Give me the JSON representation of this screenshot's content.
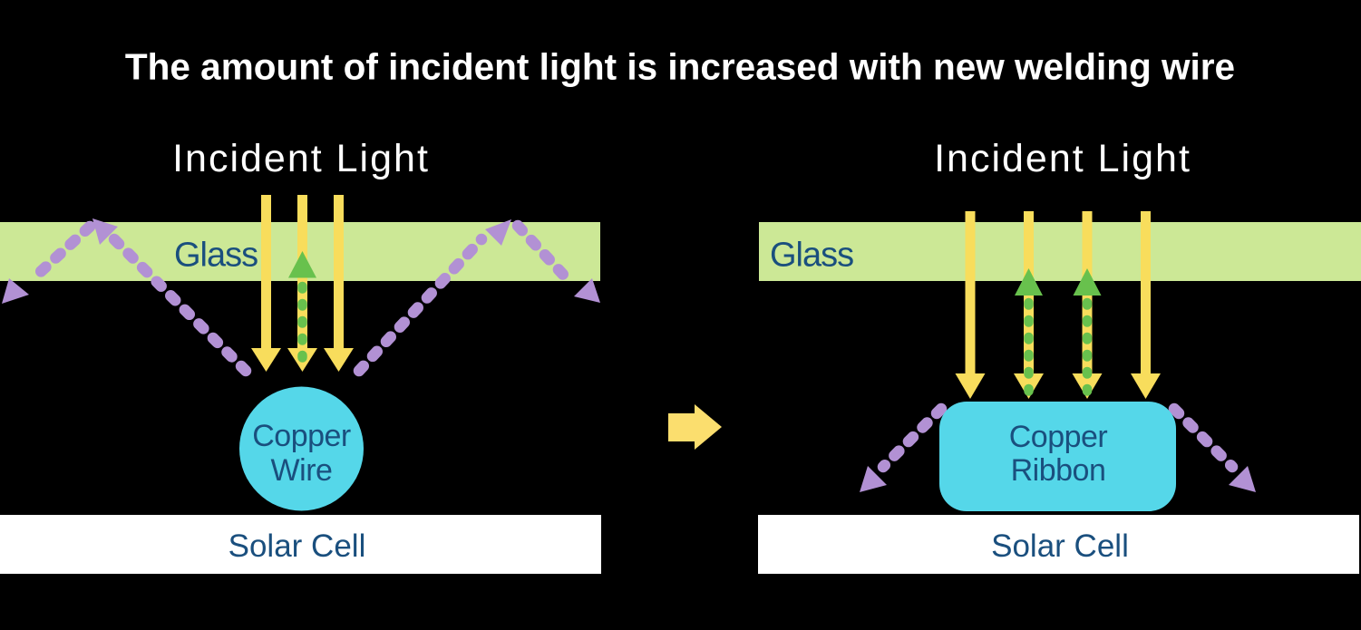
{
  "title": "The amount of incident light is increased with new welding wire",
  "colors": {
    "background": "#000000",
    "title_text": "#ffffff",
    "label_text": "#ffffff",
    "glass_green": "#cce896",
    "ray_yellow": "#f8dd5c",
    "transition_yellow": "#fbde6e",
    "reflected_green": "#68c14d",
    "scattered_purple": "#b291d4",
    "conductor_cyan": "#55d7e9",
    "diagram_navy": "#1a4f7e",
    "solar_white": "#ffffff"
  },
  "panels": {
    "left": {
      "incident_light_label": "Incident Light",
      "glass_label": "Glass",
      "conductor_line1": "Copper",
      "conductor_line2": "Wire",
      "solar_cell_label": "Solar Cell"
    },
    "right": {
      "incident_light_label": "Incident Light",
      "glass_label": "Glass",
      "conductor_line1": "Copper",
      "conductor_line2": "Ribbon",
      "solar_cell_label": "Solar Cell"
    }
  }
}
